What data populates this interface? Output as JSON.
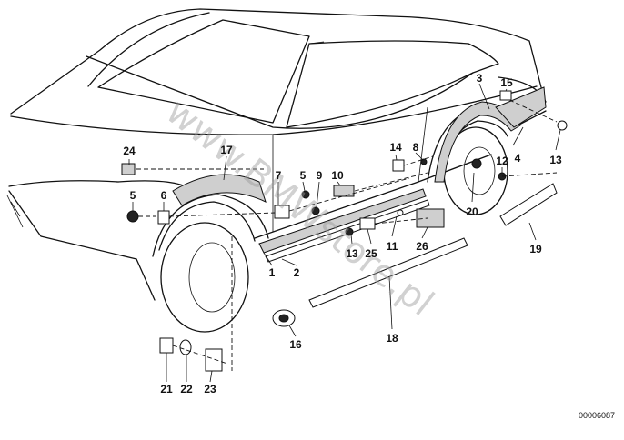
{
  "watermark": "www.BMWstore.pl",
  "document_number": "00006087",
  "callouts": {
    "c1": "1",
    "c2": "2",
    "c3": "3",
    "c4": "4",
    "c5a": "5",
    "c5b": "5",
    "c6": "6",
    "c7": "7",
    "c8": "8",
    "c9": "9",
    "c10": "10",
    "c11": "11",
    "c12": "12",
    "c13a": "13",
    "c13b": "13",
    "c14": "14",
    "c15": "15",
    "c16": "16",
    "c17": "17",
    "c18": "18",
    "c19": "19",
    "c20": "20",
    "c21": "21",
    "c22": "22",
    "c23": "23",
    "c24": "24",
    "c25": "25",
    "c26": "26"
  }
}
